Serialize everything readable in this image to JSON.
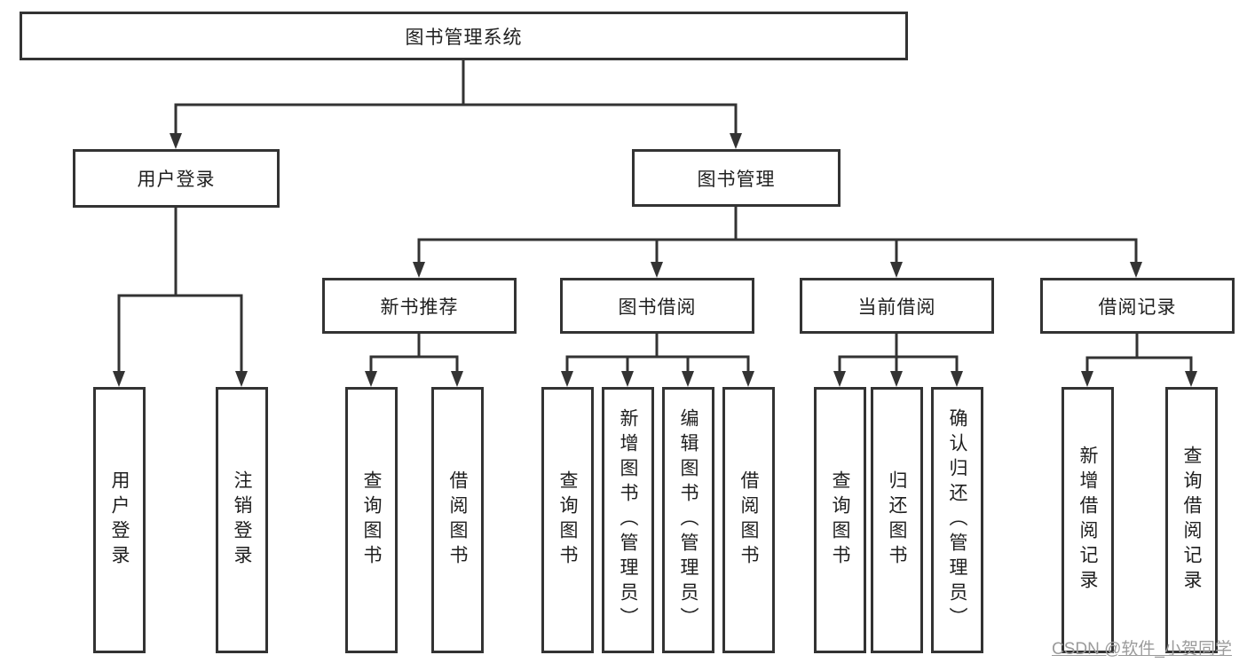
{
  "diagram": {
    "root": {
      "label": "图书管理系统"
    },
    "level2": [
      {
        "label": "用户登录"
      },
      {
        "label": "图书管理"
      }
    ],
    "level3": [
      {
        "label": "新书推荐"
      },
      {
        "label": "图书借阅"
      },
      {
        "label": "当前借阅"
      },
      {
        "label": "借阅记录"
      }
    ],
    "leaves": {
      "user_login": [
        "用户登录",
        "注销登录"
      ],
      "new_book": [
        "查询图书",
        "借阅图书"
      ],
      "book_borrow": [
        "查询图书",
        "新增图书（管理员）",
        "编辑图书（管理员）",
        "借阅图书"
      ],
      "current_borrow": [
        "查询图书",
        "归还图书",
        "确认归还（管理员）"
      ],
      "borrow_record": [
        "新增借阅记录",
        "查询借阅记录"
      ]
    }
  },
  "colors": {
    "line": "#333333",
    "text": "#1f1f1f",
    "watermark": "#9b9b9b"
  },
  "watermark": "CSDN @软件_小贺同学"
}
